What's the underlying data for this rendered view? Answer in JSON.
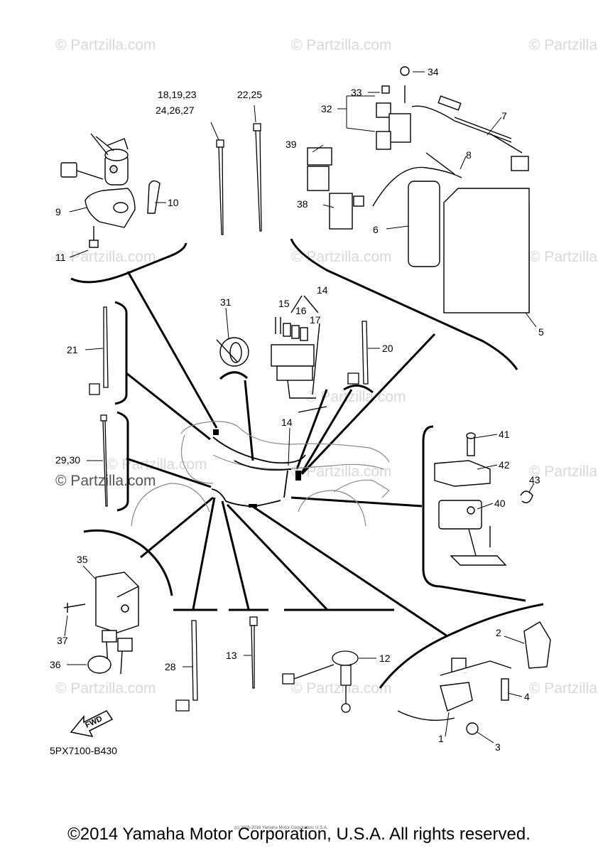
{
  "watermarks": [
    "© Partzilla.com",
    "© Partzilla.com",
    "© Partzilla.com",
    "© Partzilla.com",
    "© Partzilla.com",
    "© Partzilla.com",
    "© Partzilla.com",
    "© Partzilla.com",
    "© Partzilla.com",
    "© Partzilla.com",
    "© Partzilla.com",
    "© Partzilla.com",
    "© Partzilla.com"
  ],
  "visible_watermark": "© Partzilla.com",
  "labels": {
    "l34": "34",
    "l33": "33",
    "l32": "32",
    "l7": "7",
    "l8": "8",
    "l39": "39",
    "l38": "38",
    "l6": "6",
    "l5": "5",
    "l18": "18,19,23",
    "l24": "24,26,27",
    "l22": "22,25",
    "l9": "9",
    "l10": "10",
    "l11": "11",
    "l14a": "14",
    "l15": "15",
    "l16": "16",
    "l17": "17",
    "l31": "31",
    "l21": "21",
    "l20": "20",
    "l14b": "14",
    "l29": "29,30",
    "l41": "41",
    "l42": "42",
    "l43": "43",
    "l40": "40",
    "l35": "35",
    "l37": "37",
    "l36": "36",
    "l28": "28",
    "l13": "13",
    "l12": "12",
    "l2": "2",
    "l4": "4",
    "l1": "1",
    "l3": "3"
  },
  "fwd": "FWD",
  "diagram_code": "5PX7100-B430",
  "footer": {
    "copyright": "©2014 Yamaha Motor Corporation, U.S.A. All rights reserved.",
    "fine_print": "(c) 2005-2016 Yamaha Motor Corporation, U.S.A."
  }
}
